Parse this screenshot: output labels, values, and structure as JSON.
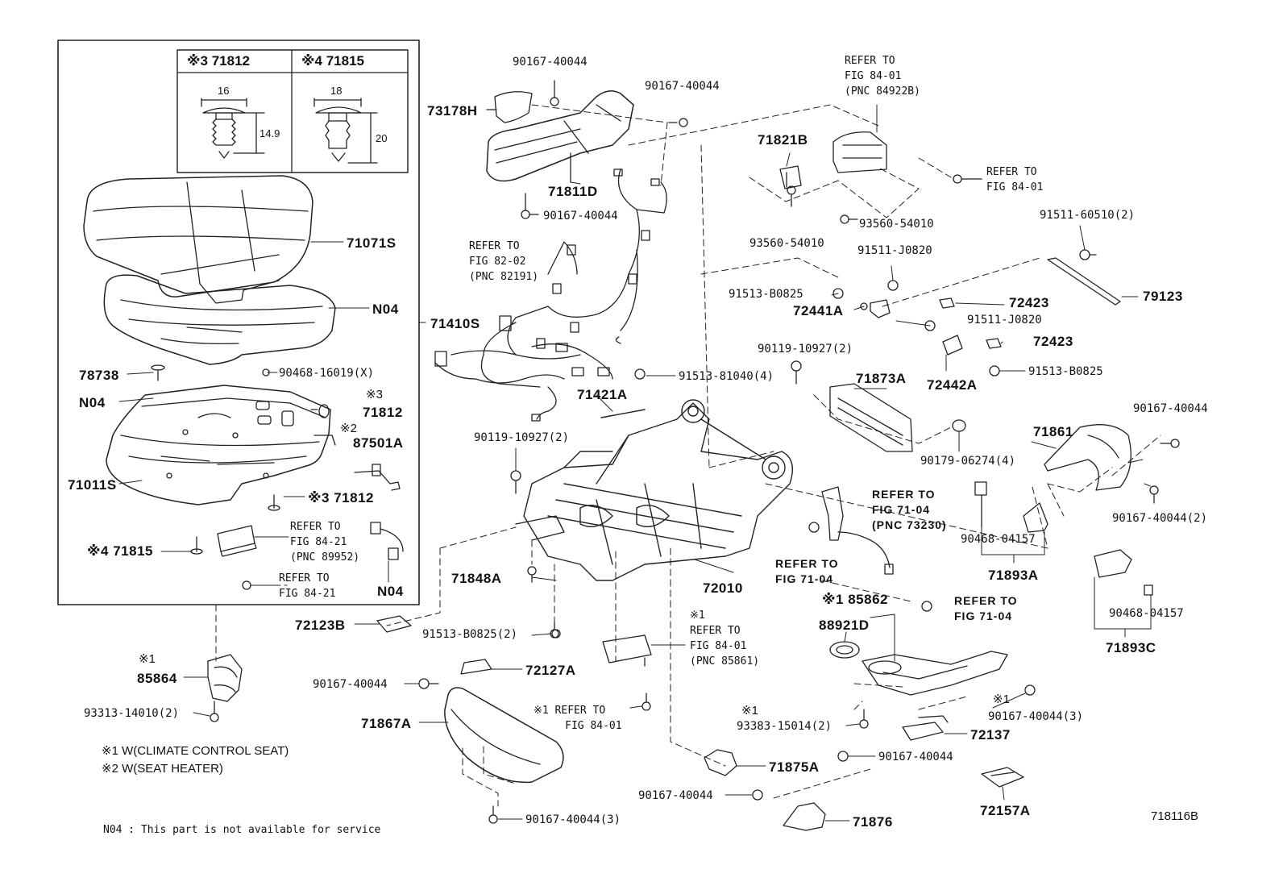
{
  "clip_table": {
    "col1_header": "※3  71812",
    "col2_header": "※4  71815",
    "clip1": {
      "width": "16",
      "height": "14.9"
    },
    "clip2": {
      "width": "18",
      "height": "20"
    }
  },
  "labels": {
    "p73178h": "73178H",
    "p90167_top1": "90167-40044",
    "p90167_top2": "90167-40044",
    "p71811d": "71811D",
    "p90167_a": "90167-40044",
    "p71821b": "71821B",
    "p93560_a": "93560-54010",
    "p93560_b": "93560-54010",
    "p91511_60510": "91511-60510(2)",
    "p79123": "79123",
    "p91511_j0820_a": "91511-J0820",
    "p91513_b0825_a": "91513-B0825",
    "p72441a": "72441A",
    "p72423_a": "72423",
    "p91511_j0820_b": "91511-J0820",
    "p72423_b": "72423",
    "p72442a": "72442A",
    "p91513_b0825_b": "91513-B0825",
    "p90119_a": "90119-10927(2)",
    "p91513_81040": "91513-81040(4)",
    "p71873a": "71873A",
    "p71410s": "71410S",
    "p71421a": "71421A",
    "p90119_b": "90119-10927(2)",
    "p90179": "90179-06274(4)",
    "p71861": "71861",
    "p90167_r1": "90167-40044",
    "p90167_r2": "90167-40044(2)",
    "p90468_a": "90468-04157",
    "p71893a": "71893A",
    "p90468_b": "90468-04157",
    "p71893c": "71893C",
    "p71071s": "71071S",
    "p n04_a": "N04",
    "pn04_a": "N04",
    "p78738": "78738",
    "p90468_16019": "90468-16019(X)",
    "pn04_b": "N04",
    "p71812_a_mark": "※3",
    "p71812_a": "71812",
    "p87501a_mark": "※2",
    "p87501a": "87501A",
    "p71011s": "71011S",
    "p71812_b": "※3  71812",
    "p71815": "※4  71815",
    "pn04_c": "N04",
    "p71848a": "71848A",
    "p72010": "72010",
    "p72123b": "72123B",
    "p91513_b0825_c": "91513-B0825(2)",
    "p85862": "※1 85862",
    "p88921d": "88921D",
    "p85864_mark": "※1",
    "p85864": "85864",
    "p93313": "93313-14010(2)",
    "p72127a": "72127A",
    "p90167_b": "90167-40044",
    "p71867a": "71867A",
    "p93383_mark": "※1",
    "p93383": "93383-15014(2)",
    "p90167_c_mark": "※1",
    "p90167_c": "90167-40044(3)",
    "p72137": "72137",
    "p90167_d": "90167-40044",
    "p71875a": "71875A",
    "p90167_e": "90167-40044",
    "p72157a": "72157A",
    "p71876": "71876",
    "p90167_f": "90167-40044(3)",
    "fig_code": "718116B"
  },
  "refs": {
    "r1": "REFER TO\nFIG 84-01\n(PNC 84922B)",
    "r2": "REFER TO\nFIG 84-01",
    "r3": "REFER TO\nFIG 82-02\n(PNC 82191)",
    "r4": "REFER TO\nFIG 71-04\n(PNC 73230)",
    "r5": "REFER TO\nFIG 71-04",
    "r6": "REFER TO\nFIG 71-04",
    "r7": "REFER TO\nFIG 84-21\n(PNC 89952)",
    "r8": "REFER TO\nFIG 84-21",
    "r9": "※1\nREFER TO\nFIG 84-01\n(PNC 85861)",
    "r10": "※1 REFER TO\n     FIG 84-01"
  },
  "notes": {
    "n1": "※1 W(CLIMATE CONTROL SEAT)",
    "n2": "※2 W(SEAT HEATER)",
    "n3": "N04 : This part is not available for service"
  }
}
